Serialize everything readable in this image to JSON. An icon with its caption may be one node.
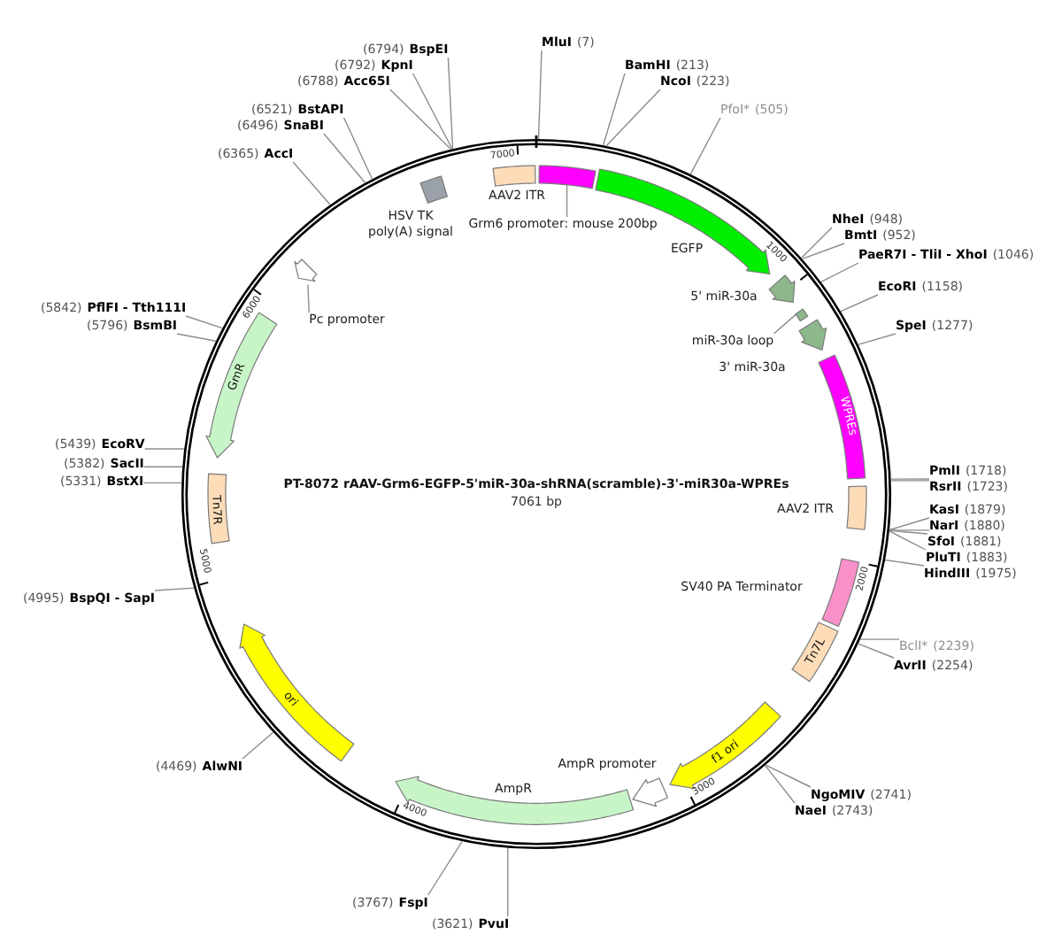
{
  "diagram": {
    "title": "PT-8072 rAAV-Grm6-EGFP-5'miR-30a-shRNA(scramble)-3'-miR30a-WPREs",
    "nodes": [
      {
        "text": [],
        "shape": "bar",
        "beside": [
          "AAV2 ITR"
        ]
      },
      {
        "text": [
          "Grm6 promoter: mouse 200bp"
        ]
      },
      {
        "text": [],
        "shape": "bar"
      },
      {
        "text": [],
        "shape": "arrow",
        "beside": [
          "EGFP"
        ]
      },
      {
        "text": [],
        "shape": "arrow",
        "beside": [
          "5' miR-30a"
        ]
      },
      {
        "text": [
          "miR-30a loop"
        ]
      },
      {
        "text": [],
        "shape": "bar"
      },
      {
        "text": [],
        "shape": "arrow",
        "beside": [
          "3' miR-30a"
        ]
      },
      {
        "text": [
          "WPREs"
        ]
      },
      {
        "text": [],
        "shape": "bar",
        "beside": [
          "AAV2 ITR"
        ]
      },
      {
        "text": [],
        "shape": "bar",
        "beside": [
          "SV40 PA Terminator"
        ]
      },
      {
        "text": [
          "Tn7L"
        ]
      },
      {
        "text": [
          "f1 ori"
        ]
      },
      {
        "text": [],
        "shape": "arrow",
        "beside": [
          "AmpR promoter"
        ]
      },
      {
        "text": [],
        "shape": "arrow",
        "beside": [
          "AmpR"
        ]
      },
      {
        "text": [
          "ori"
        ]
      },
      {
        "text": [
          "Tn7R"
        ]
      },
      {
        "text": [
          "GmR"
        ]
      },
      {
        "text": [
          "Pc promoter"
        ]
      },
      {
        "text": [],
        "shape": "arrow"
      },
      {
        "text": [],
        "shape": "box",
        "beside": [
          "HSV TK poly(A) signal"
        ]
      },
      {
        "text": [
          "MluI",
          "(7)"
        ]
      },
      {
        "text": [
          "BamHI",
          "(213)"
        ]
      },
      {
        "text": [
          "NcoI",
          "(223)"
        ]
      },
      {
        "text": [
          "PfoI*",
          "(505)"
        ]
      },
      {
        "text": [
          "NheI",
          "(948)"
        ]
      },
      {
        "text": [
          "BmtI",
          "(952)"
        ]
      },
      {
        "text": [
          "PaeR7I - TliI - XhoI",
          "(1046)"
        ]
      },
      {
        "text": [
          "EcoRI",
          "(1158)"
        ]
      },
      {
        "text": [
          "SpeI",
          "(1277)"
        ]
      },
      {
        "text": [
          "PmlI",
          "(1718)"
        ]
      },
      {
        "text": [
          "RsrII",
          "(1723)"
        ]
      },
      {
        "text": [
          "KasI",
          "(1879)"
        ]
      },
      {
        "text": [
          "NarI",
          "(1880)"
        ]
      },
      {
        "text": [
          "SfoI",
          "(1881)"
        ]
      },
      {
        "text": [
          "PluTI",
          "(1883)"
        ]
      },
      {
        "text": [
          "HindIII",
          "(1975)"
        ]
      },
      {
        "text": [
          "BclI*",
          "(2239)"
        ]
      },
      {
        "text": [
          "AvrII",
          "(2254)"
        ]
      },
      {
        "text": [
          "NgoMIV",
          "(2741)"
        ]
      },
      {
        "text": [
          "NaeI",
          "(2743)"
        ]
      },
      {
        "text": [
          "(3621)",
          "PvuI"
        ]
      },
      {
        "text": [
          "(3767)",
          "FspI"
        ]
      },
      {
        "text": [
          "(4469)",
          "AlwNI"
        ]
      },
      {
        "text": [
          "(4995)",
          "BspQI - SapI"
        ]
      },
      {
        "text": [
          "(5331)",
          "BstXI"
        ]
      },
      {
        "text": [
          "(5382)",
          "SacII"
        ]
      },
      {
        "text": [
          "(5439)",
          "EcoRV"
        ]
      },
      {
        "text": [
          "(5796)",
          "BsmBI"
        ]
      },
      {
        "text": [
          "(5842)",
          "PflFI - Tth111I"
        ]
      },
      {
        "text": [
          "(6365)",
          "AccI"
        ]
      },
      {
        "text": [
          "(6496)",
          "SnaBI"
        ]
      },
      {
        "text": [
          "(6521)",
          "BstAPI"
        ]
      },
      {
        "text": [
          "(6788)",
          "Acc65I"
        ]
      },
      {
        "text": [
          "(6792)",
          "KpnI"
        ]
      },
      {
        "text": [
          "(6794)",
          "BspEI"
        ]
      }
    ],
    "edges": [
      {
        "from": 1,
        "to": 2,
        "arrow": "none"
      },
      {
        "from": 5,
        "to": 6,
        "arrow": "none"
      },
      {
        "from": 18,
        "to": 19,
        "arrow": "none"
      },
      {
        "from": 21,
        "to": null,
        "arrow": "none"
      },
      {
        "from": 22,
        "to": null,
        "arrow": "none"
      },
      {
        "from": 23,
        "to": null,
        "arrow": "none"
      },
      {
        "from": 24,
        "to": null,
        "arrow": "none"
      },
      {
        "from": 25,
        "to": null,
        "arrow": "none"
      },
      {
        "from": 26,
        "to": null,
        "arrow": "none"
      },
      {
        "from": 27,
        "to": null,
        "arrow": "none"
      },
      {
        "from": 28,
        "to": null,
        "arrow": "none"
      },
      {
        "from": 29,
        "to": null,
        "arrow": "none"
      },
      {
        "from": 30,
        "to": null,
        "arrow": "none"
      },
      {
        "from": 31,
        "to": null,
        "arrow": "none"
      },
      {
        "from": 32,
        "to": null,
        "arrow": "none"
      },
      {
        "from": 33,
        "to": null,
        "arrow": "none"
      },
      {
        "from": 34,
        "to": null,
        "arrow": "none"
      },
      {
        "from": 35,
        "to": null,
        "arrow": "none"
      },
      {
        "from": 36,
        "to": null,
        "arrow": "none"
      },
      {
        "from": 37,
        "to": null,
        "arrow": "none"
      },
      {
        "from": 38,
        "to": null,
        "arrow": "none"
      },
      {
        "from": 39,
        "to": null,
        "arrow": "none"
      },
      {
        "from": 40,
        "to": null,
        "arrow": "none"
      },
      {
        "from": 41,
        "to": null,
        "arrow": "none"
      },
      {
        "from": 42,
        "to": null,
        "arrow": "none"
      },
      {
        "from": 43,
        "to": null,
        "arrow": "none"
      },
      {
        "from": 44,
        "to": null,
        "arrow": "none"
      },
      {
        "from": 45,
        "to": null,
        "arrow": "none"
      },
      {
        "from": 46,
        "to": null,
        "arrow": "none"
      },
      {
        "from": 47,
        "to": null,
        "arrow": "none"
      },
      {
        "from": 48,
        "to": null,
        "arrow": "none"
      },
      {
        "from": 49,
        "to": null,
        "arrow": "none"
      },
      {
        "from": 50,
        "to": null,
        "arrow": "none"
      },
      {
        "from": 51,
        "to": null,
        "arrow": "none"
      },
      {
        "from": 52,
        "to": null,
        "arrow": "none"
      },
      {
        "from": 53,
        "to": null,
        "arrow": "none"
      },
      {
        "from": 54,
        "to": null,
        "arrow": "none"
      },
      {
        "from": 55,
        "to": null,
        "arrow": "none"
      }
    ],
    "labels": [
      "7061 bp",
      "1000",
      "2000",
      "3000",
      "4000",
      "5000",
      "6000",
      "7000"
    ]
  }
}
